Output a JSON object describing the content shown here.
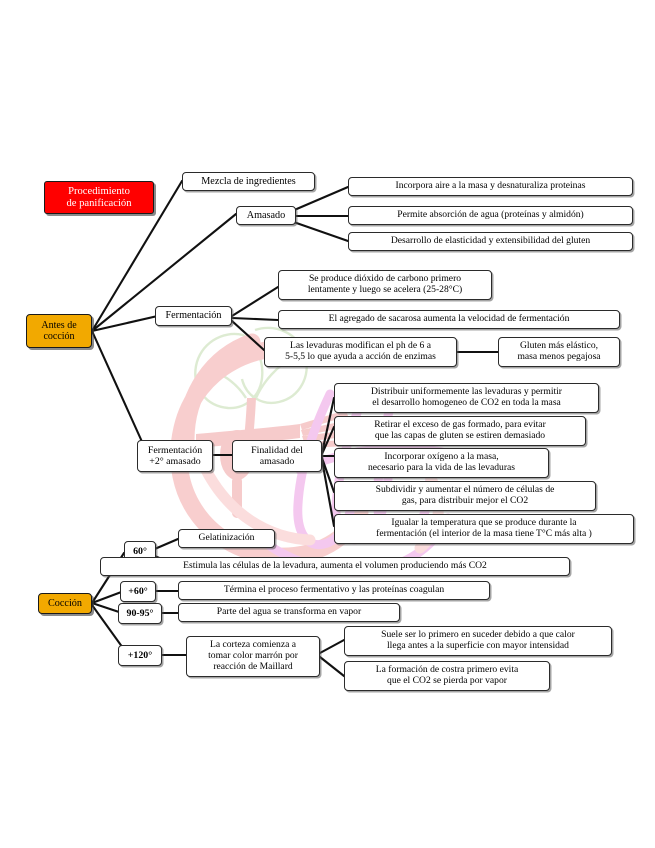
{
  "diagram": {
    "title": "Procedimiento de panificación",
    "type": "mind-map",
    "language": "es",
    "colors": {
      "root_fill": "#ff0000",
      "root_text": "#ffffff",
      "branch_fill": "#f2a900",
      "branch_text": "#000000",
      "node_fill": "#ffffff",
      "node_text": "#000000",
      "edge": "#111111",
      "watermark_pink": "#f7c6c6",
      "watermark_green": "#dde8b9",
      "watermark_magenta": "#f3c4ec"
    }
  },
  "nodes": {
    "root": "Procedimiento\nde panificación",
    "branch_antes": "Antes de\ncocción",
    "branch_coccion": "Cocción",
    "mezcla": "Mezcla de ingredientes",
    "amasado": "Amasado",
    "amasado_1": "Incorpora aire a la masa y desnaturaliza proteinas",
    "amasado_2": "Permite absorción de agua (proteínas y almidón)",
    "amasado_3": "Desarrollo de elasticidad y extensibilidad del gluten",
    "fermentacion": "Fermentación",
    "fermentacion_1": "Se produce dióxido de carbono primero\nlentamente y luego se acelera (25-28°C)",
    "fermentacion_2": "El agregado de sacarosa aumenta la velocidad de fermentación",
    "fermentacion_3": "Las levaduras modifican el ph de 6 a\n5-5,5 lo que ayuda a acción de enzimas",
    "fermentacion_3a": "Gluten más elástico,\nmasa menos pegajosa",
    "fermentacion2": "Fermentación\n+2° amasado",
    "finalidad": "Finalidad del\namasado",
    "finalidad_1": "Distribuir uniformemente las levaduras y permitir\nel desarrollo homogeneo de CO2 en toda la masa",
    "finalidad_2": "Retirar el exceso de gas formado, para evitar\nque las capas de gluten se estiren demasiado",
    "finalidad_3": "Incorporar oxígeno a la masa,\nnecesario para la vida de las levaduras",
    "finalidad_4": "Subdividir y aumentar el número de células de\ngas, para distribuir mejor el CO2",
    "finalidad_5": "Igualar la temperatura que se produce durante la\nfermentación (el interior de la masa tiene T°C más alta )",
    "temp_60": "60°",
    "temp_60_1": "Gelatinización",
    "temp_60_2": "Estimula las células de la levadura, aumenta el volumen produciendo más CO2",
    "temp_mas60": "+60°",
    "temp_mas60_1": "Términa el proceso fermentativo y las proteínas coagulan",
    "temp_9095": "90-95°",
    "temp_9095_1": "Parte del agua se transforma en vapor",
    "temp_120": "+120°",
    "temp_120_1": "La corteza comienza a\ntomar color marrón por\nreacción de Maillard",
    "temp_120_1a": "Suele ser lo primero en suceder debido a que calor\nllega antes a la superficie con mayor intensidad",
    "temp_120_1b": "La formación de costra primero evita\nque el CO2 se pierda por vapor"
  }
}
